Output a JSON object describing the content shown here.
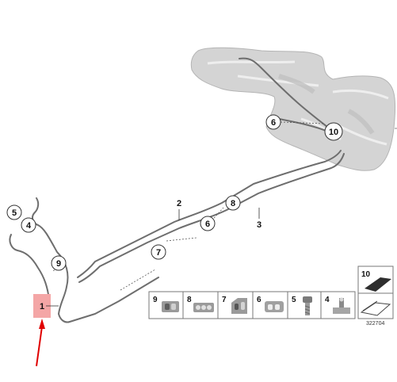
{
  "diagram": {
    "callouts": {
      "c5": "5",
      "c4": "4",
      "c9": "9",
      "c7": "7",
      "c6a": "6",
      "c8": "8",
      "c6b": "6",
      "c10": "10"
    },
    "labels": {
      "l1": "1",
      "l2": "2",
      "l3": "3"
    },
    "parts_key": [
      {
        "number": "9"
      },
      {
        "number": "8"
      },
      {
        "number": "7"
      },
      {
        "number": "6"
      },
      {
        "number": "5"
      },
      {
        "number": "4"
      }
    ],
    "part_10_label": "10",
    "diagram_code": "322704",
    "colors": {
      "line": "#6e6e6e",
      "tank": "#d8d8d8",
      "highlight": "#f4a6a6",
      "arrow": "#e00000"
    }
  }
}
